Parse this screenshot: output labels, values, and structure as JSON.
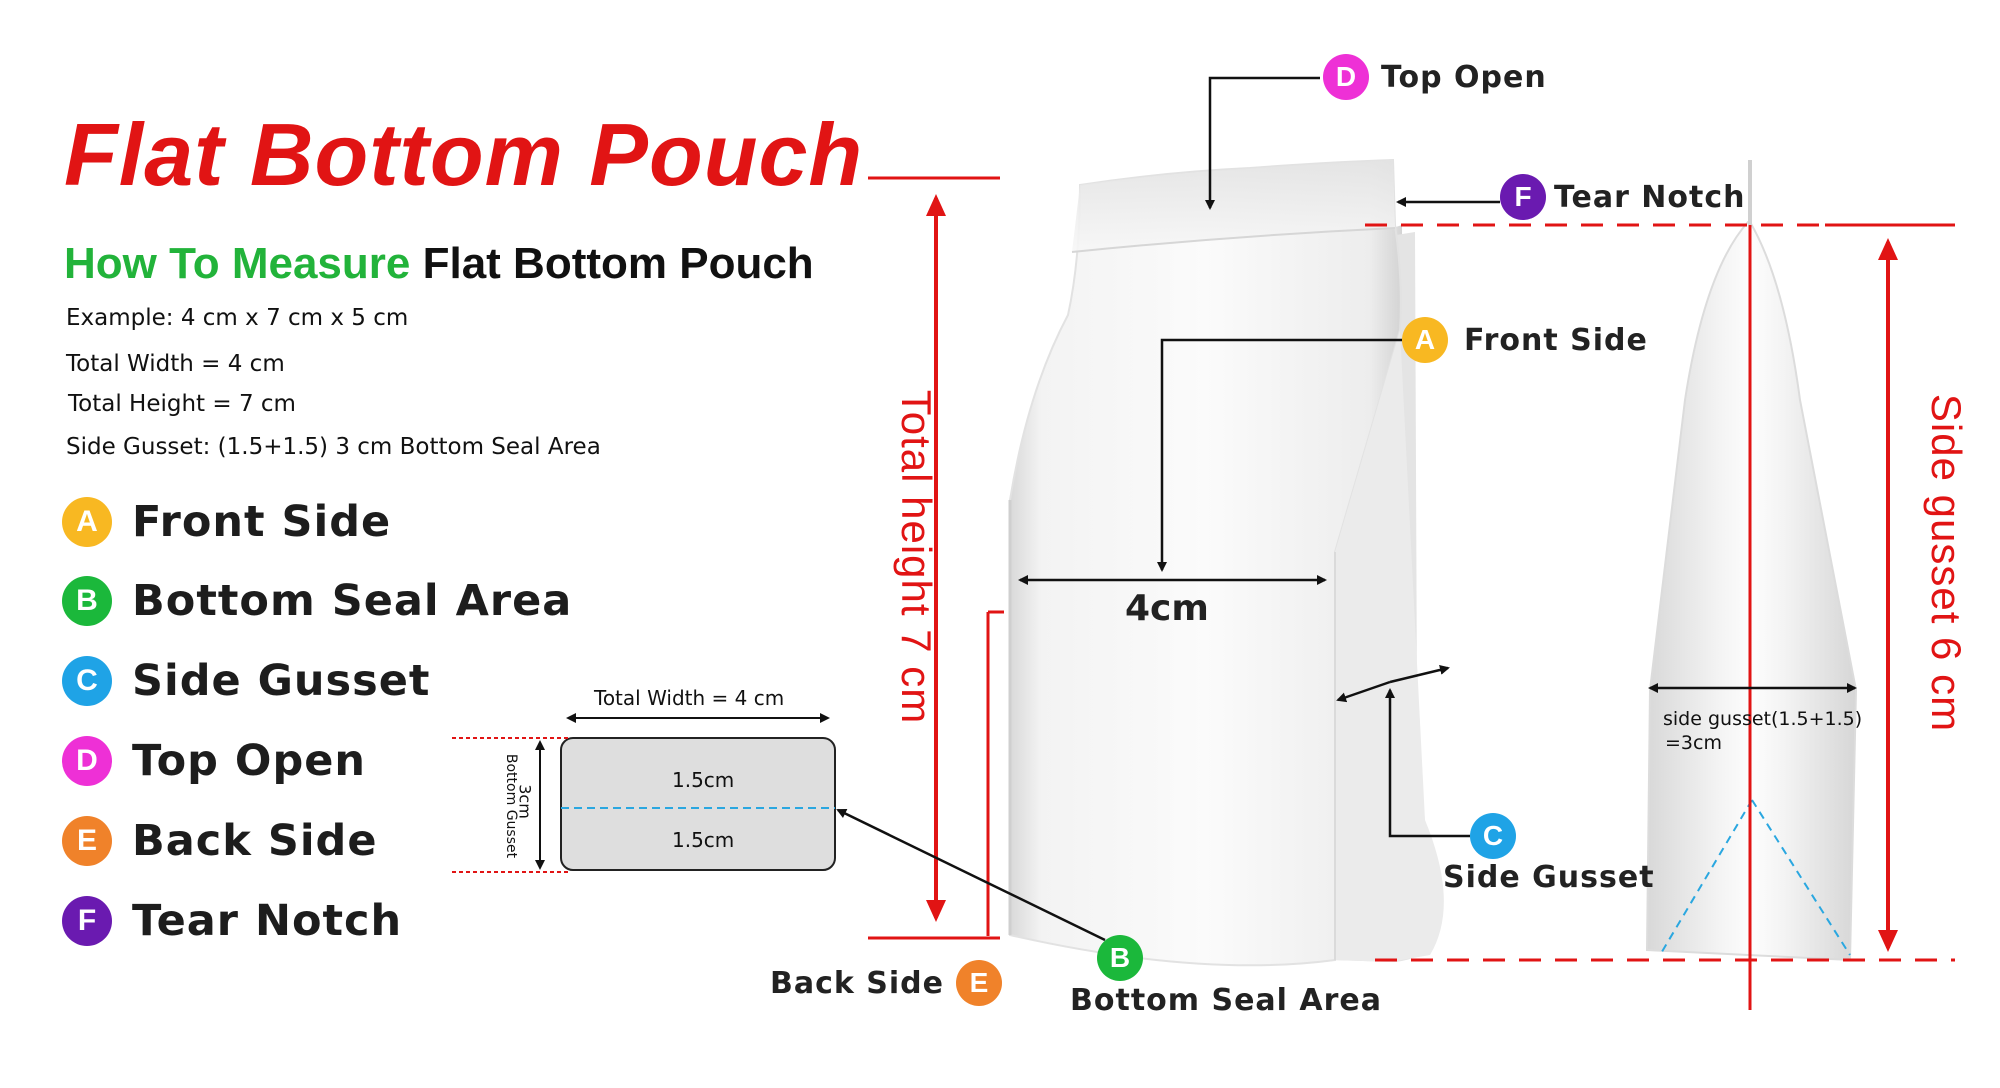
{
  "title": "Flat Bottom Pouch",
  "subtitle": {
    "highlight": "How To Measure",
    "rest": "Flat Bottom Pouch"
  },
  "example": {
    "line1": "Example: 4 cm x 7 cm x 5 cm",
    "line2": "Total Width = 4 cm",
    "line3": "Total Height = 7 cm",
    "line4": "Side Gusset: (1.5+1.5) 3 cm Bottom Seal Area"
  },
  "legend": [
    {
      "letter": "A",
      "label": "Front Side",
      "color": "#f8b822"
    },
    {
      "letter": "B",
      "label": "Bottom Seal Area",
      "color": "#1bb83b"
    },
    {
      "letter": "C",
      "label": "Side Gusset",
      "color": "#1fa3e6"
    },
    {
      "letter": "D",
      "label": "Top Open",
      "color": "#ee30d6"
    },
    {
      "letter": "E",
      "label": "Back Side",
      "color": "#f0822a"
    },
    {
      "letter": "F",
      "label": "Tear Notch",
      "color": "#6a1ab0"
    }
  ],
  "small_diagram": {
    "total_width": "Total Width = 4 cm",
    "upper": "1.5cm",
    "lower": "1.5cm",
    "height": "3cm",
    "side_label": "Bottom Gusset"
  },
  "callouts": {
    "top_open": "Top Open",
    "tear_notch": "Tear Notch",
    "front_side": "Front Side",
    "side_gusset": "Side Gusset",
    "bottom_seal": "Bottom Seal Area",
    "back_side": "Back Side"
  },
  "measurements": {
    "width": "4cm",
    "total_height": "Total height 7 cm",
    "side_gusset_total": "Side gusset 6 cm",
    "side_gusset_line1": "side gusset(1.5+1.5)",
    "side_gusset_line2": "=3cm"
  },
  "colors": {
    "red": "#e11414",
    "green": "#22b33a",
    "dashed_blue": "#2aa7e0"
  }
}
